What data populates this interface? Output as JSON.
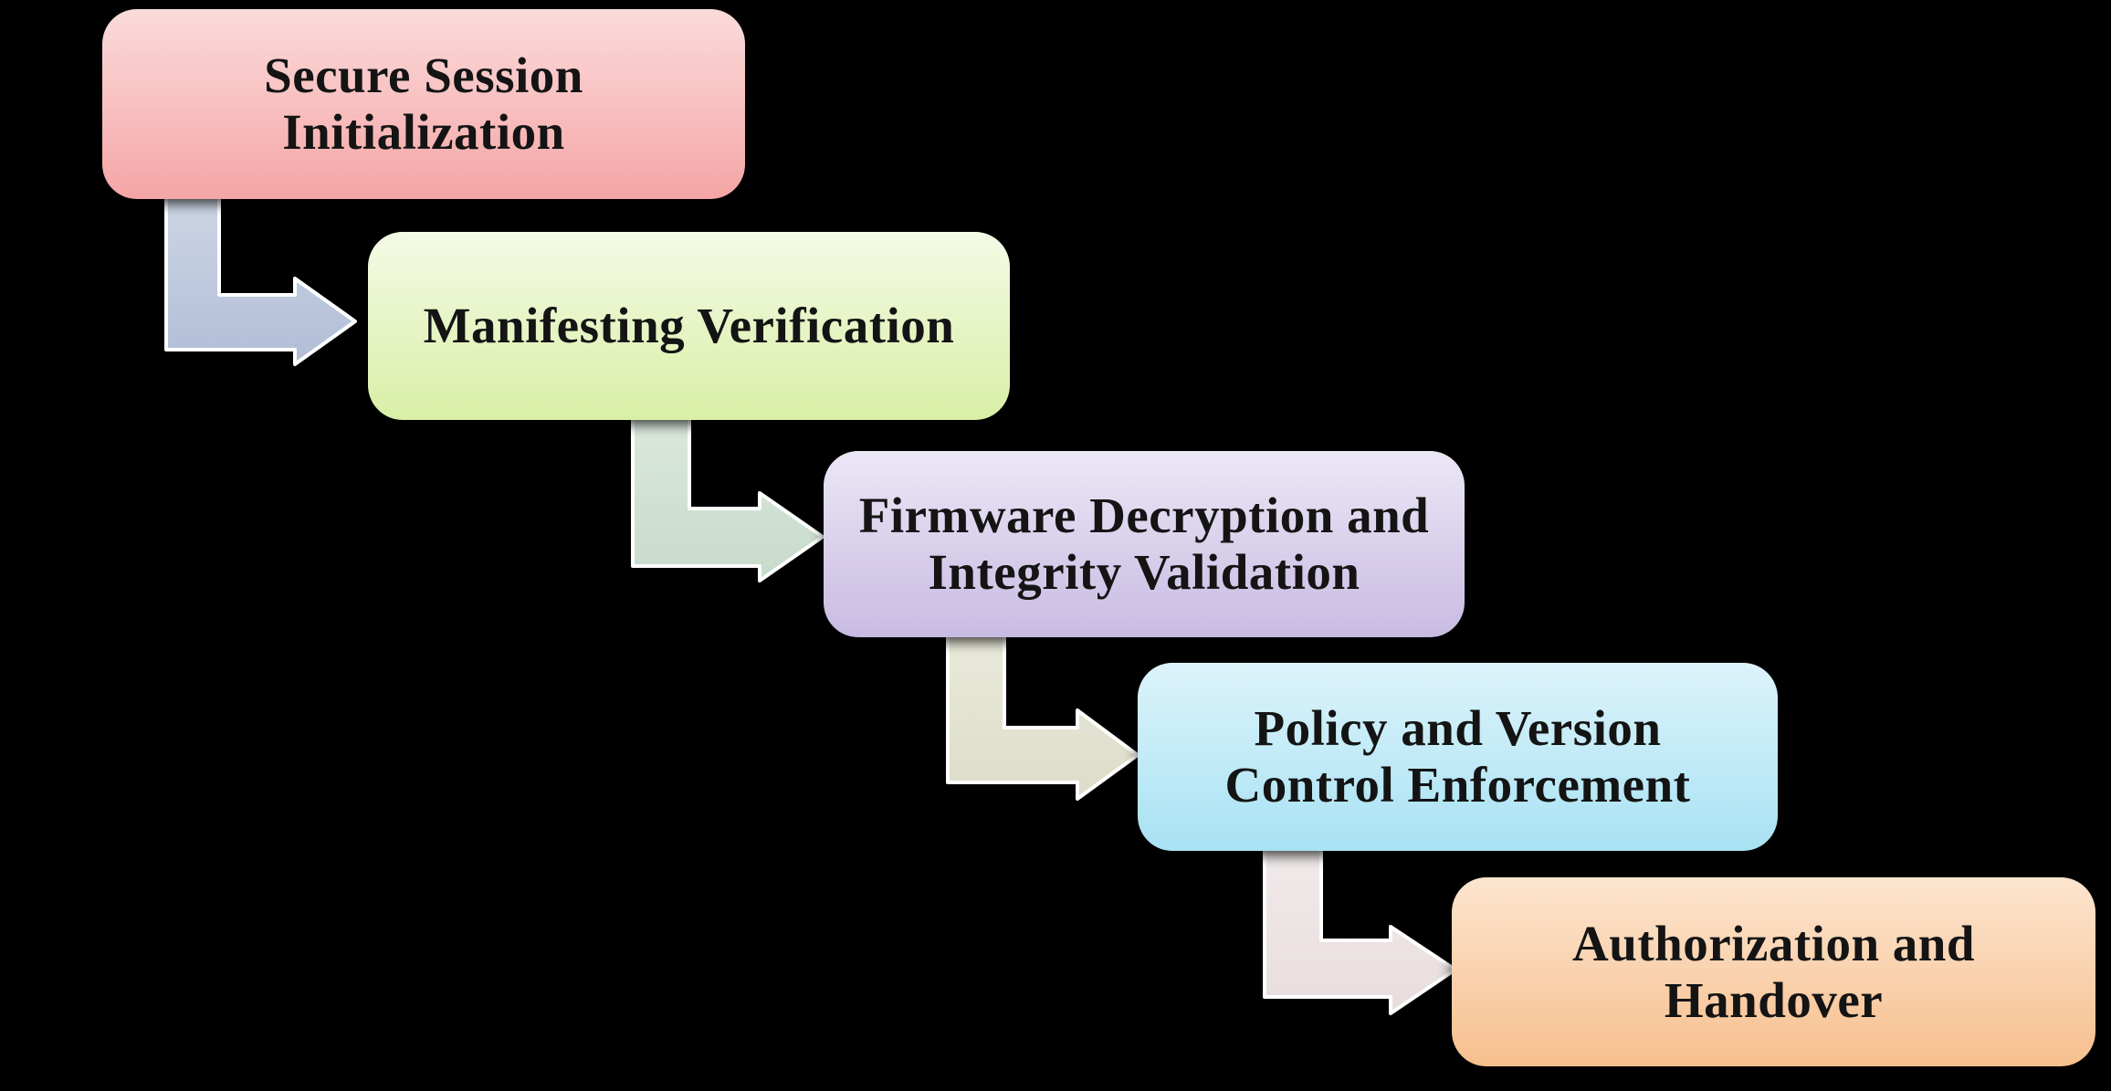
{
  "canvas": {
    "background_color": "#000000"
  },
  "diagram": {
    "type": "stepped-process-flow",
    "nodes": [
      {
        "label": "Secure Session\nInitialization",
        "fill_top": "#fbdbdb",
        "fill_bottom": "#f5a5a5",
        "text_color": "#141414"
      },
      {
        "label": "Manifesting Verification",
        "fill_top": "#f4fae6",
        "fill_bottom": "#d9efa6",
        "text_color": "#141414"
      },
      {
        "label": "Firmware Decryption and\nIntegrity Validation",
        "fill_top": "#ece7f6",
        "fill_bottom": "#c8bbe2",
        "text_color": "#141414"
      },
      {
        "label": "Policy and Version\nControl Enforcement",
        "fill_top": "#dcf3fb",
        "fill_bottom": "#a8e2f3",
        "text_color": "#141414"
      },
      {
        "label": "Authorization and\nHandover",
        "fill_top": "#fce5cf",
        "fill_bottom": "#f7bf8e",
        "text_color": "#141414"
      }
    ],
    "connectors": [
      {
        "from_node": "Secure Session Initialization",
        "to_node": "Manifesting Verification",
        "fill_top": "#cdd6e5",
        "fill_bottom": "#b1bdd7",
        "outline_color": "#ffffff"
      },
      {
        "from_node": "Manifesting Verification",
        "to_node": "Firmware Decryption and Integrity Validation",
        "fill_top": "#dbe8dd",
        "fill_bottom": "#c7dbcb",
        "outline_color": "#ffffff"
      },
      {
        "from_node": "Firmware Decryption and Integrity Validation",
        "to_node": "Policy and Version Control Enforcement",
        "fill_top": "#eaeadb",
        "fill_bottom": "#dddcc8",
        "outline_color": "#ffffff"
      },
      {
        "from_node": "Policy and Version Control Enforcement",
        "to_node": "Authorization and Handover",
        "fill_top": "#f1eaea",
        "fill_bottom": "#e8dddd",
        "outline_color": "#ffffff"
      }
    ]
  }
}
